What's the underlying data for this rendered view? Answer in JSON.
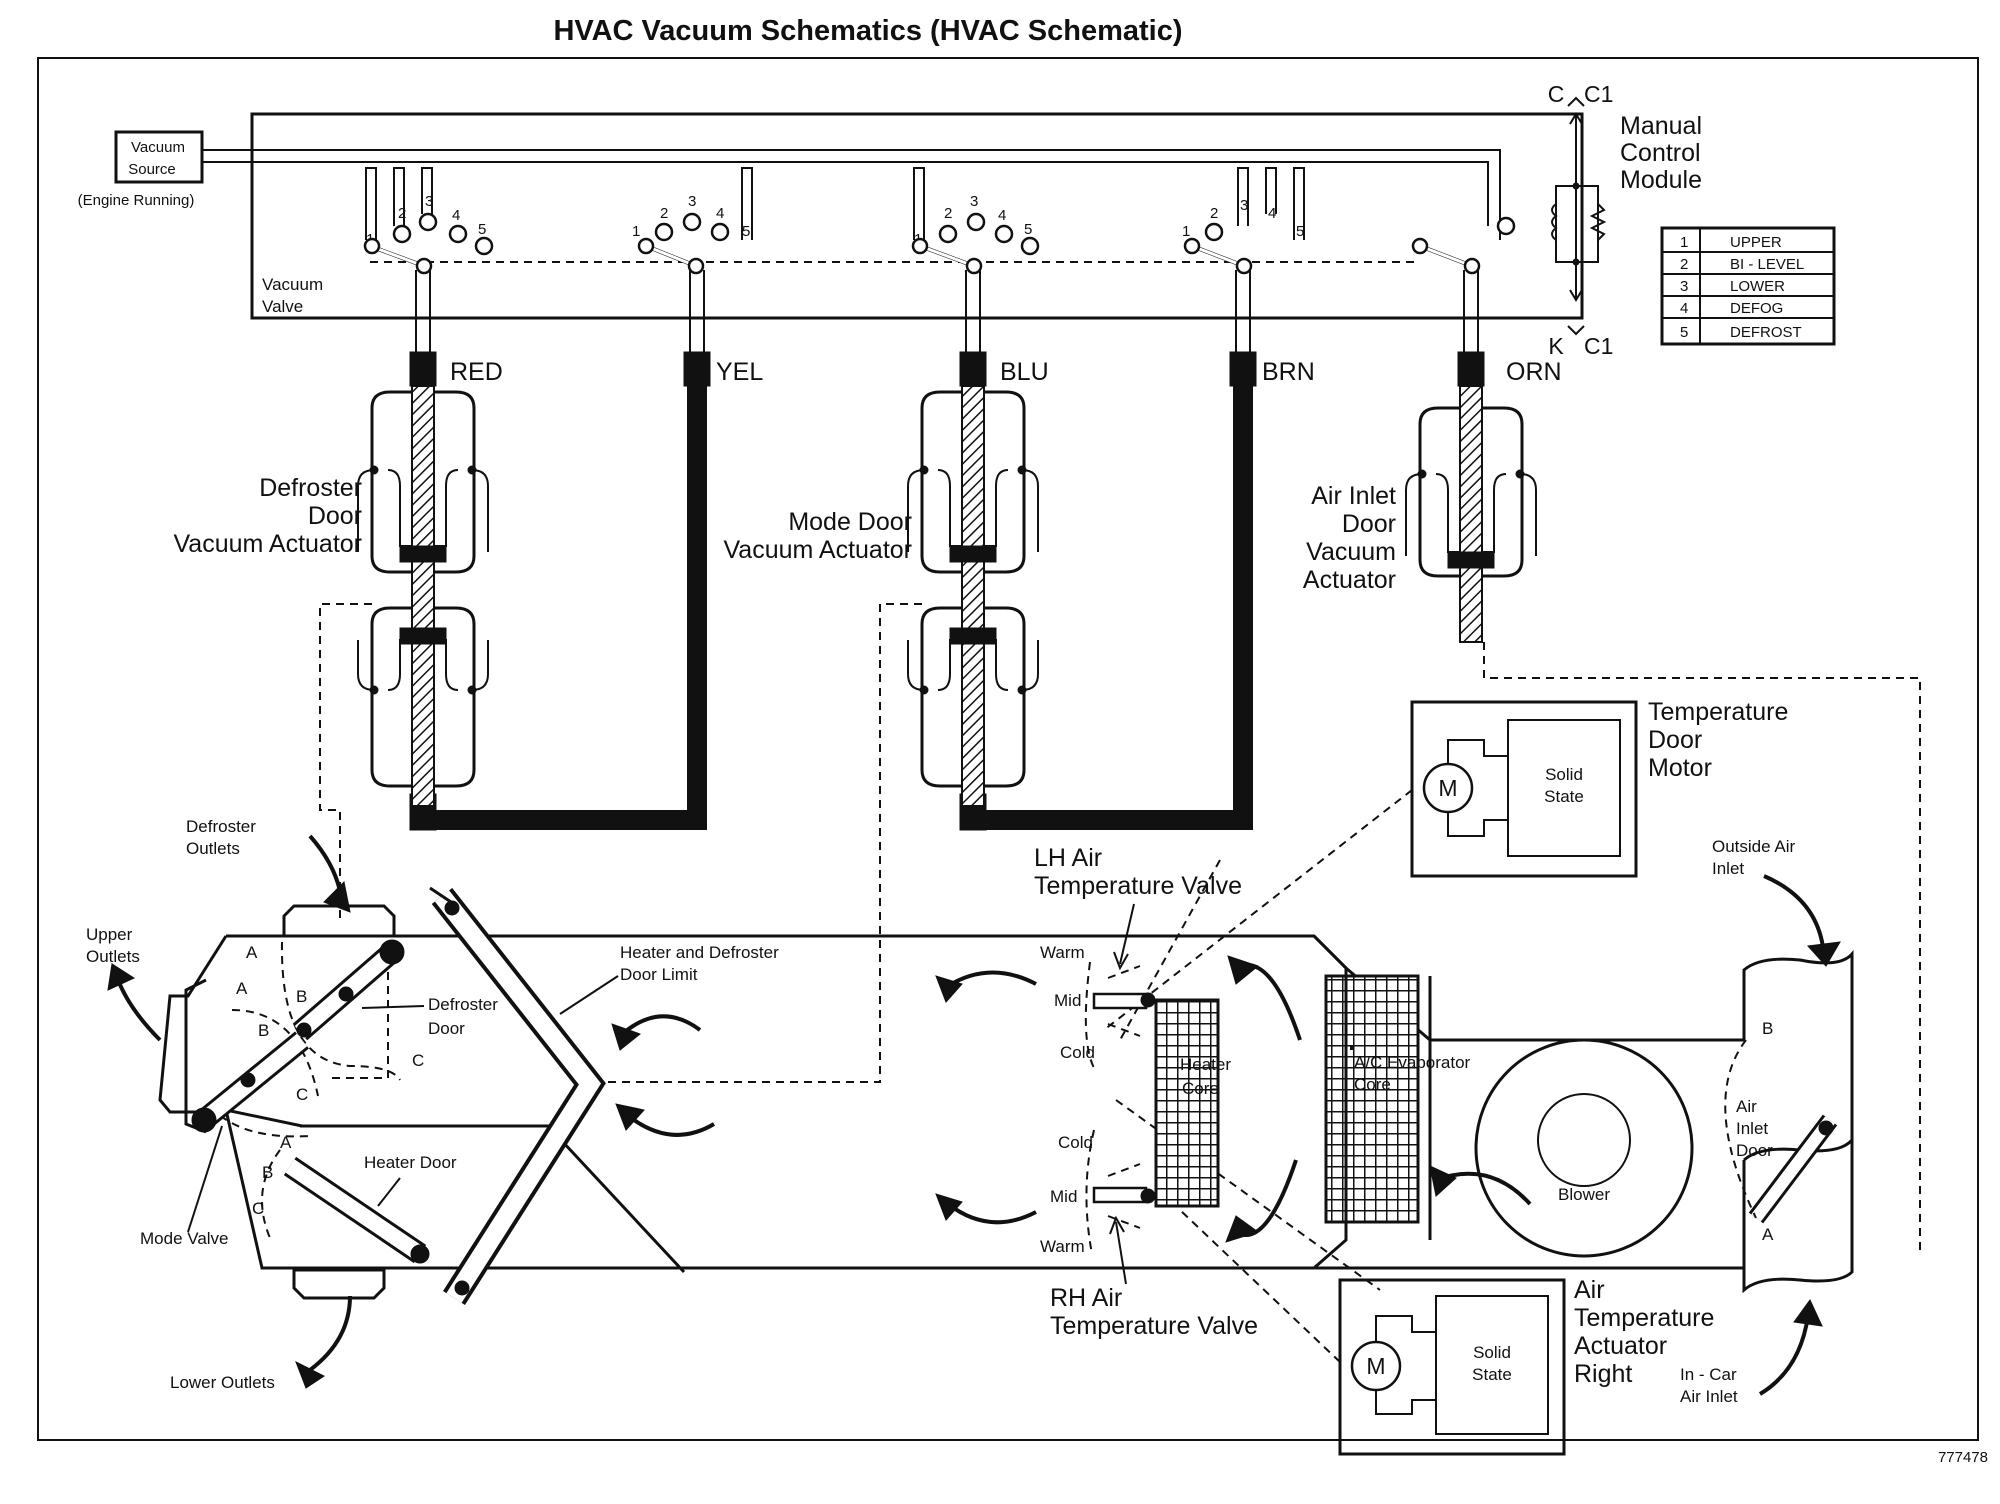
{
  "title": "HVAC Vacuum Schematics (HVAC Schematic)",
  "figure_id": "777478",
  "vacuum_source": {
    "line1": "Vacuum",
    "line2": "Source",
    "note": "(Engine Running)"
  },
  "vacuum_valve": {
    "line1": "Vacuum",
    "line2": "Valve"
  },
  "manual_control_module": {
    "line1": "Manual",
    "line2": "Control",
    "line3": "Module"
  },
  "connectors": {
    "top_c": "C",
    "top_c1": "C1",
    "bottom_k": "K",
    "bottom_c1": "C1"
  },
  "port_numbers": [
    "1",
    "2",
    "3",
    "4",
    "5"
  ],
  "legend": [
    {
      "num": "1",
      "label": "UPPER"
    },
    {
      "num": "2",
      "label": "BI - LEVEL"
    },
    {
      "num": "3",
      "label": "LOWER"
    },
    {
      "num": "4",
      "label": "DEFOG"
    },
    {
      "num": "5",
      "label": "DEFROST"
    }
  ],
  "hoses": {
    "red": "RED",
    "yel": "YEL",
    "blu": "BLU",
    "brn": "BRN",
    "orn": "ORN"
  },
  "actuators": {
    "defroster": [
      "Defroster",
      "Door",
      "Vacuum Actuator"
    ],
    "mode": [
      "Mode Door",
      "Vacuum Actuator"
    ],
    "air_inlet": [
      "Air Inlet",
      "Door",
      "Vacuum",
      "Actuator"
    ]
  },
  "temp_door_motor": {
    "lines": [
      "Temperature",
      "Door",
      "Motor"
    ],
    "m": "M",
    "solid": "Solid",
    "state": "State"
  },
  "air_temp_actuator": {
    "lines": [
      "Air",
      "Temperature",
      "Actuator",
      "Right"
    ],
    "m": "M",
    "solid": "Solid",
    "state": "State"
  },
  "outlets": {
    "defroster": [
      "Defroster",
      "Outlets"
    ],
    "upper": [
      "Upper",
      "Outlets"
    ],
    "lower": "Lower Outlets"
  },
  "parts": {
    "defroster_door": [
      "Defroster",
      "Door"
    ],
    "mode_valve": "Mode Valve",
    "heater_door": "Heater Door",
    "heater_defroster_limit": [
      "Heater and Defroster",
      "Door Limit"
    ],
    "heater_core": [
      "Heater",
      "Core"
    ],
    "evaporator": [
      "A/C Evaporator",
      "Core"
    ],
    "blower": "Blower",
    "air_inlet_door": [
      "Air",
      "Inlet",
      "Door"
    ],
    "outside_air": [
      "Outside Air",
      "Inlet"
    ],
    "in_car_air": [
      "In - Car",
      "Air Inlet"
    ]
  },
  "valves": {
    "lh": [
      "LH Air",
      "Temperature Valve"
    ],
    "rh": [
      "RH Air",
      "Temperature Valve"
    ],
    "warm": "Warm",
    "mid": "Mid",
    "cold": "Cold"
  },
  "door_positions": {
    "a": "A",
    "b": "B",
    "c": "C"
  }
}
